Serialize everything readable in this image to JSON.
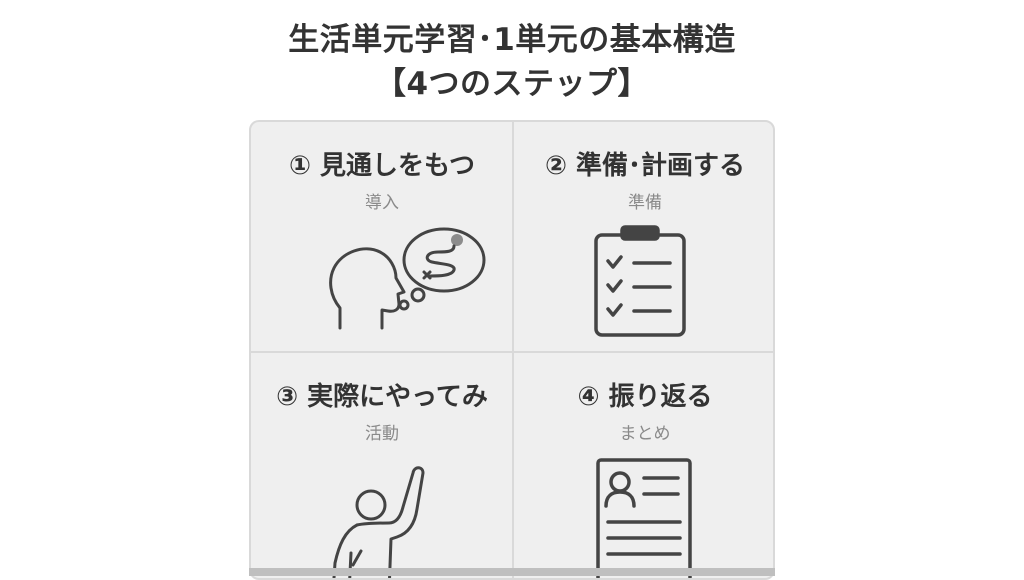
{
  "title": {
    "line1": "生活単元学習･1単元の基本構造",
    "line2": "【4つのステップ】"
  },
  "steps": [
    {
      "label": "① 見通しをもつ",
      "sub": "導入",
      "icon": "thinking-head-icon"
    },
    {
      "label": "② 準備･計画する",
      "sub": "準備",
      "icon": "clipboard-checklist-icon"
    },
    {
      "label": "③ 実際にやってみ",
      "sub": "活動",
      "icon": "person-raising-hand-icon"
    },
    {
      "label": "④ 振り返る",
      "sub": "まとめ",
      "icon": "profile-document-icon"
    }
  ],
  "colors": {
    "panel_bg": "#efefef",
    "border": "#d9d9d9",
    "text": "#333333",
    "sub_text": "#8a8a8a",
    "icon_stroke": "#444444",
    "accent_dot": "#8c8c8c"
  }
}
